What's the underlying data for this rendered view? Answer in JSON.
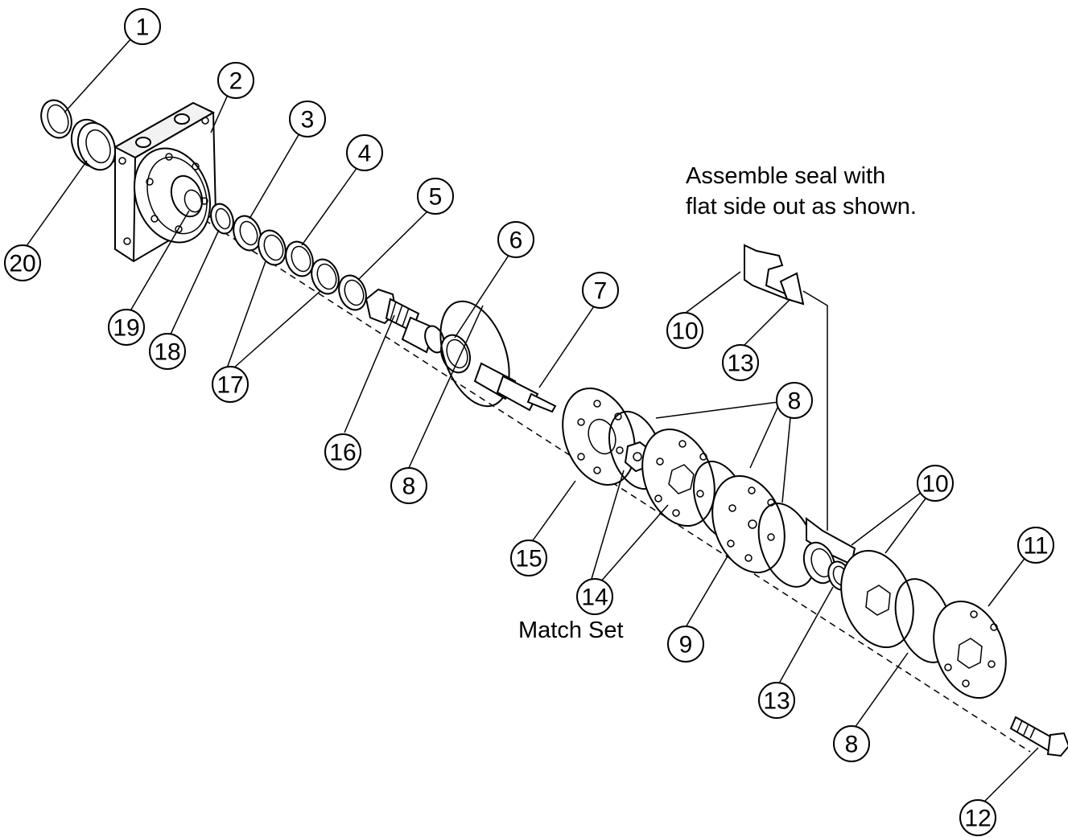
{
  "note": {
    "line1": "Assemble seal with",
    "line2": "flat side out as shown."
  },
  "match_set_label": "Match Set",
  "callouts": [
    {
      "id": "c1",
      "label": "1"
    },
    {
      "id": "c2",
      "label": "2"
    },
    {
      "id": "c3",
      "label": "3"
    },
    {
      "id": "c4",
      "label": "4"
    },
    {
      "id": "c5",
      "label": "5"
    },
    {
      "id": "c6",
      "label": "6"
    },
    {
      "id": "c7",
      "label": "7"
    },
    {
      "id": "c8a",
      "label": "8"
    },
    {
      "id": "c8b",
      "label": "8"
    },
    {
      "id": "c8c",
      "label": "8"
    },
    {
      "id": "c9",
      "label": "9"
    },
    {
      "id": "c10a",
      "label": "10"
    },
    {
      "id": "c10b",
      "label": "10"
    },
    {
      "id": "c11",
      "label": "11"
    },
    {
      "id": "c12",
      "label": "12"
    },
    {
      "id": "c13a",
      "label": "13"
    },
    {
      "id": "c13b",
      "label": "13"
    },
    {
      "id": "c14",
      "label": "14"
    },
    {
      "id": "c15",
      "label": "15"
    },
    {
      "id": "c16",
      "label": "16"
    },
    {
      "id": "c17",
      "label": "17"
    },
    {
      "id": "c18",
      "label": "18"
    },
    {
      "id": "c19",
      "label": "19"
    },
    {
      "id": "c20",
      "label": "20"
    }
  ]
}
